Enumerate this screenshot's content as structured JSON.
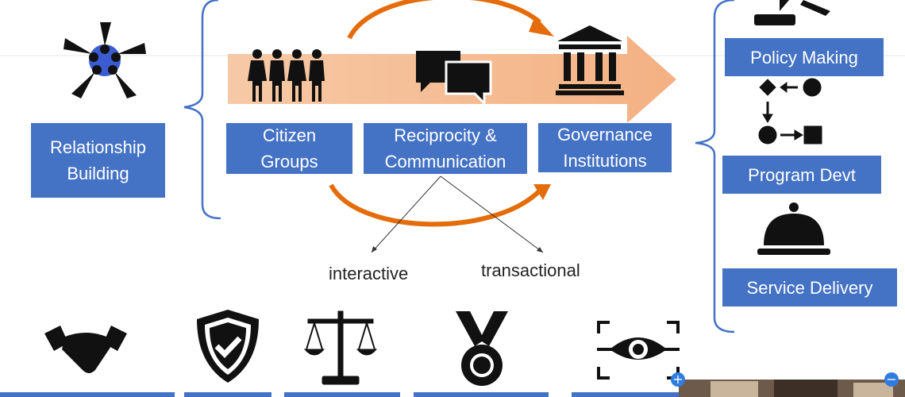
{
  "labels": {
    "relationship": "Relationship\nBuilding",
    "citizen": "Citizen\nGroups",
    "reciprocity": "Reciprocity &\nCommunication",
    "governance": "Governance\nInstitutions",
    "policy": "Policy Making",
    "program": "Program Devt",
    "service": "Service Delivery",
    "interactive": "interactive",
    "transactional": "transactional"
  },
  "controls": {
    "add": "+",
    "remove": "−"
  },
  "colors": {
    "box": "#4472c4",
    "arrow": "#f4b183",
    "curve": "#e46c0a",
    "bracket": "#4472c4",
    "icon": "#111111"
  },
  "icons": [
    "hands-circle-icon",
    "people-group-icon",
    "speech-bubbles-icon",
    "government-building-icon",
    "gavel-icon",
    "process-flow-icon",
    "cloche-icon",
    "handshake-icon",
    "shield-check-icon",
    "scales-icon",
    "medal-icon",
    "eye-scan-icon"
  ]
}
